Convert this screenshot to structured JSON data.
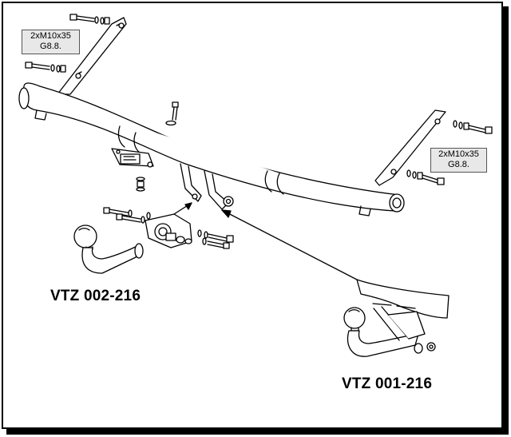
{
  "callouts": {
    "left_bolt_spec": {
      "line1": "2xM10x35",
      "line2": "G8.8."
    },
    "right_bolt_spec": {
      "line1": "2xM10x35",
      "line2": "G8.8."
    }
  },
  "part_numbers": {
    "detachable": "VTZ 002-216",
    "fixed": "VTZ 001-216"
  }
}
